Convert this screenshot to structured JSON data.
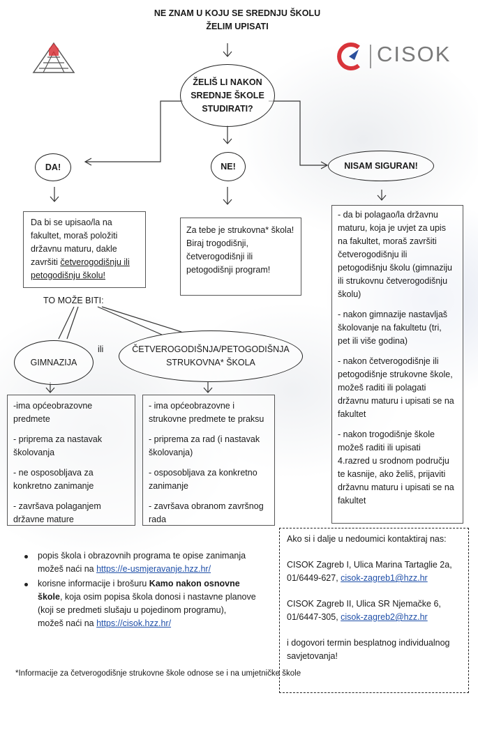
{
  "title": {
    "line1": "NE ZNAM U KOJU SE SREDNJU ŠKOLU",
    "line2": "ŽELIM UPISATI"
  },
  "logo_left": {
    "icon": "hzz-logo"
  },
  "logo_right": {
    "icon": "cisok-logo",
    "text": "CISOK",
    "colors": {
      "red": "#d8343a",
      "blue": "#2b4f9c",
      "grey": "#7a7a7a"
    }
  },
  "question": {
    "line1": "ŽELIŠ LI NAKON",
    "line2": "SREDNJE ŠKOLE",
    "line3": "STUDIRATI?"
  },
  "answers": {
    "yes": "DA!",
    "no": "NE!",
    "unsure": "NISAM SIGURAN!"
  },
  "yes_box": {
    "line1": "Da bi se upisao/la na",
    "line2": "fakultet, moraš položiti",
    "line3": "državnu maturu, dakle",
    "line4a": "završiti ",
    "line4b": "četverogodišnju ili",
    "line5": "petogodišnju školu!"
  },
  "no_box": {
    "line1": "Za tebe je strukovna* škola!",
    "line2": "Biraj trogodišnji,",
    "line3": "četverogodišnji ili",
    "line4": "petogodišnji program!"
  },
  "unsure_box": {
    "p1": [
      "- da bi polagao/la državnu",
      "maturu, koja je uvjet za upis",
      "na fakultet, moraš završiti",
      "četverogodišnju ili",
      "petogodišnju školu (gimnaziju",
      "ili strukovnu četverogodišnju",
      "školu)"
    ],
    "p2": [
      "- nakon gimnazije nastavljaš",
      "školovanje na fakultetu (tri,",
      "pet ili više godina)"
    ],
    "p3": [
      "- nakon četverogodišnje ili",
      "petogodišnje strukovne škole,",
      "možeš raditi ili polagati",
      "državnu maturu i upisati se na",
      "fakultet"
    ],
    "p4": [
      "- nakon trogodišnje škole",
      "možeš raditi ili upisati",
      "4.razred u srodnom području",
      "te kasnije, ako želiš, prijaviti",
      "državnu maturu i upisati se na",
      "fakultet"
    ]
  },
  "to_moze_biti": "TO MOŽE BITI:",
  "ili": "ili",
  "gimnazija": "GIMNAZIJA",
  "strukovna": {
    "line1": "ČETVEROGODIŠNJA/PETOGODIŠNJA",
    "line2": "STRUKOVNA* ŠKOLA"
  },
  "gim_box": {
    "p1": [
      "-ima općeobrazovne",
      "predmete"
    ],
    "p2": [
      "- priprema za nastavak",
      "školovanja"
    ],
    "p3": [
      "- ne osposobljava za",
      "konkretno zanimanje"
    ],
    "p4": [
      "- završava polaganjem",
      "državne mature"
    ]
  },
  "str_box": {
    "p1": [
      "- ima općeobrazovne i",
      "strukovne predmete te praksu"
    ],
    "p2": [
      "- priprema za rad (i nastavak",
      "školovanja)"
    ],
    "p3": [
      "- osposobljava za konkretno",
      "zanimanje"
    ],
    "p4": [
      "- završava obranom završnog",
      "rada"
    ]
  },
  "bullets": {
    "b1_line1": "popis škola i obrazovnih programa te opise zanimanja",
    "b1_line2": "možeš naći na ",
    "b1_link": "https://e-usmjeravanje.hzz.hr/",
    "b2_line1a": "korisne informacije i brošuru ",
    "b2_line1b": "Kamo nakon osnovne",
    "b2_line2a": "škole",
    "b2_line2b": ", koja osim popisa škola donosi i nastavne planove",
    "b2_line3": "(koji se predmeti slušaju u pojedinom programu),",
    "b2_line4": "možeš naći na ",
    "b2_link": "https://cisok.hzz.hr/"
  },
  "footnote": "*Informacije za četverogodišnje strukovne škole odnose se i na umjetničke škole",
  "contact": {
    "intro": "Ako si i dalje u nedoumici kontaktiraj nas:",
    "z1_line1": "CISOK Zagreb I, Ulica Marina Tartaglie 2a,",
    "z1_phone": "01/6449-627,  ",
    "z1_email": "cisok-zagreb1@hzz.hr",
    "z2_line1": "CISOK Zagreb II, Ulica SR Njemačke 6,",
    "z2_phone": "01/6447-305, ",
    "z2_email": "cisok-zagreb2@hzz.hr",
    "outro1": "i dogovori termin besplatnog individualnog",
    "outro2": "savjetovanja!"
  }
}
